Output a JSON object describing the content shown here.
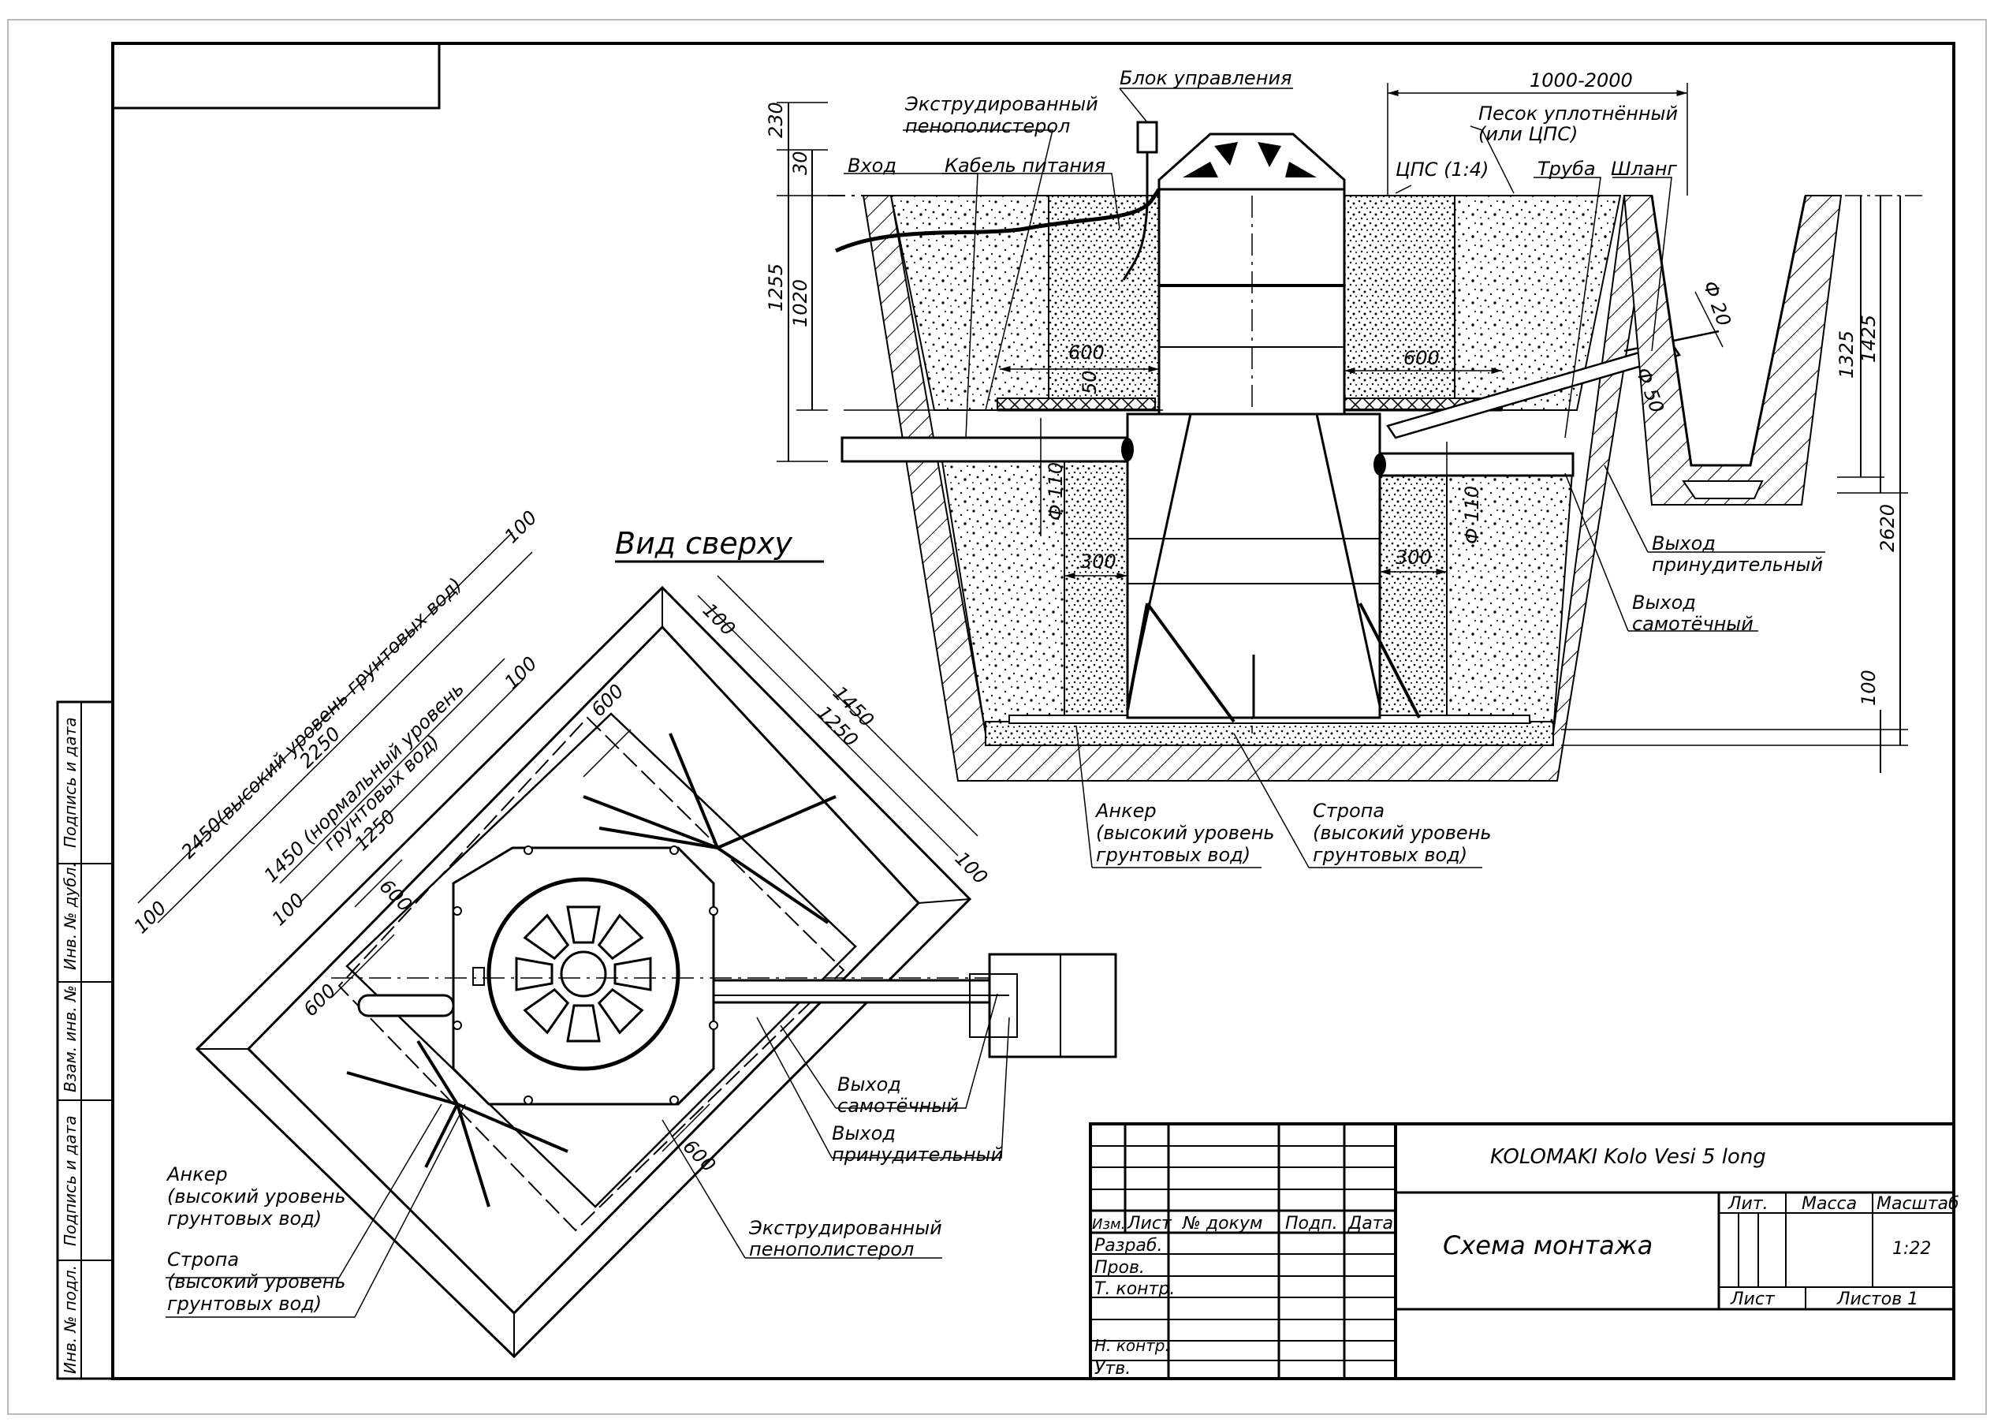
{
  "colors": {
    "ink": "#000000",
    "paper": "#ffffff",
    "fill": "#f2f2f2"
  },
  "view_top_title": "Вид сверху",
  "section_labels": {
    "control_block": "Блок управления",
    "foam_1": "Экструдированный",
    "foam_2": "пенополистерол",
    "entry": "Вход",
    "cable": "Кабель питания",
    "range": "1000-2000",
    "sand_1": "Песок уплотнённый",
    "sand_2": "(или ЦПС)",
    "cps": "ЦПС (1:4)",
    "pipe": "Труба",
    "hose": "Шланг",
    "out_forced_1": "Выход",
    "out_forced_2": "принудительный",
    "out_gravity_1": "Выход",
    "out_gravity_2": "самотёчный",
    "anchor_1": "Анкер",
    "anchor_2": "(высокий уровень",
    "anchor_3": "грунтовых вод)",
    "sling_1": "Стропа",
    "sling_2": "(высокий уровень",
    "sling_3": "грунтовых вод)"
  },
  "section_dims": {
    "d230": "230",
    "d30": "30",
    "d1255": "1255",
    "d1020": "1020",
    "d600a": "600",
    "d50": "50",
    "d600b": "600",
    "d110a": "Ф 110",
    "d110b": "Ф 110",
    "d300a": "300",
    "d300b": "300",
    "d20": "Ф 20",
    "d50b": "Ф 50",
    "d1325": "1325",
    "d1425": "1425",
    "d2620": "2620",
    "d100": "100"
  },
  "top_labels": {
    "gw_high": "2450(высокий уровень грунтовых вод)",
    "d2250": "2250",
    "gw_norm_1": "1450 (нормальный уровень",
    "gw_norm_2": "грунтовых вод)",
    "d1250a": "1250",
    "d1450": "1450",
    "d1250b": "1250",
    "d100a": "100",
    "d100b": "100",
    "d100c": "100",
    "d100d": "100",
    "d100e": "100",
    "d100f": "100",
    "d600a": "600",
    "d600b": "600",
    "d600c": "600",
    "d600d": "600",
    "out_gravity_1": "Выход",
    "out_gravity_2": "самотёчный",
    "out_forced_1": "Выход",
    "out_forced_2": "принудительный",
    "foam_1": "Экструдированный",
    "foam_2": "пенополистерол",
    "anchor_1": "Анкер",
    "anchor_2": "(высокий уровень",
    "anchor_3": "грунтовых вод)",
    "sling_1": "Стропа",
    "sling_2": "(высокий уровень",
    "sling_3": "грунтовых вод)"
  },
  "side_strip": [
    "Подпись и дата",
    "Инв. № дубл.",
    "Взам. инв. №",
    "Подпись и дата",
    "Инв. № подл."
  ],
  "title_block": {
    "product": "KOLOMAKI Kolo Vesi 5 long",
    "doc_title": "Схема монтажа",
    "h_izm": "Изм.",
    "h_list": "Лист",
    "h_doc": "№ докум",
    "h_sign": "Подп.",
    "h_date": "Дата",
    "razrab": "Разраб.",
    "prov": "Пров.",
    "tkontr": "Т. контр.",
    "nkontr": "Н. контр.",
    "utv": "Утв.",
    "lit": "Лит.",
    "mass": "Масса",
    "scale_h": "Масштаб",
    "scale": "1:22",
    "sheet": "Лист",
    "sheets": "Листов 1"
  }
}
